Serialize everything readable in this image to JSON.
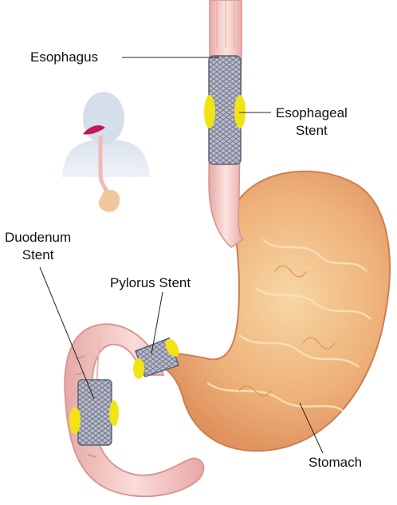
{
  "labels": {
    "esophagus": "Esophagus",
    "esophageal_stent": [
      "Esophageal",
      "Stent"
    ],
    "duodenum_stent": [
      "Duodenum",
      "Stent"
    ],
    "pylorus_stent": "Pylorus Stent",
    "stomach": "Stomach"
  },
  "colors": {
    "stent_marker": "#f2e414",
    "stomach": "#e7a06a",
    "tract_wall": "#f2c4c0",
    "stent_mesh": "#8f95a8",
    "silhouette": "#cfd8e6",
    "leader_line": "#222222"
  }
}
